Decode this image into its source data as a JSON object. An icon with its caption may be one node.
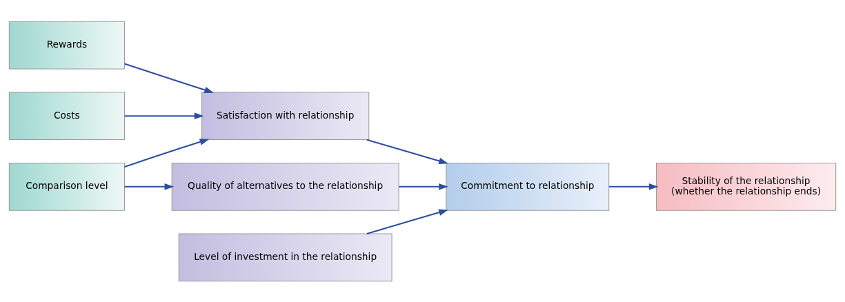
{
  "diagram": {
    "nodes": [
      {
        "text": [
          "Rewards"
        ]
      },
      {
        "text": [
          "Costs"
        ]
      },
      {
        "text": [
          "Comparison level"
        ]
      },
      {
        "text": [
          "Satisfaction with relationship"
        ]
      },
      {
        "text": [
          "Quality of alternatives to the relationship"
        ]
      },
      {
        "text": [
          "Level of investment in the relationship"
        ]
      },
      {
        "text": [
          "Commitment to relationship"
        ]
      },
      {
        "text": [
          "Stability of the relationship",
          "(whether the relationship ends)"
        ]
      }
    ],
    "edges": [
      {
        "from": 0,
        "to": 3,
        "arrow": "to"
      },
      {
        "from": 1,
        "to": 3,
        "arrow": "to"
      },
      {
        "from": 2,
        "to": 3,
        "arrow": "to"
      },
      {
        "from": 2,
        "to": 4,
        "arrow": "to"
      },
      {
        "from": 3,
        "to": 6,
        "arrow": "to"
      },
      {
        "from": 4,
        "to": 6,
        "arrow": "to"
      },
      {
        "from": 5,
        "to": 6,
        "arrow": "to"
      },
      {
        "from": 6,
        "to": 7,
        "arrow": "to"
      }
    ]
  }
}
